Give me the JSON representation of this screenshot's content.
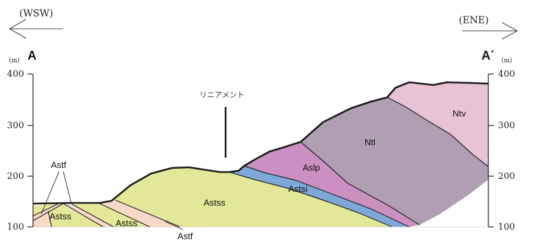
{
  "direction": {
    "left": "(WSW)",
    "right": "(ENE)"
  },
  "endpoints": {
    "left": "A",
    "right": "A´"
  },
  "axis": {
    "unit": "(m)",
    "ticks": [
      "400",
      "300",
      "200",
      "100"
    ]
  },
  "lineament": "リニアメント",
  "units": {
    "ntv": "Ntv",
    "ntl": "Ntl",
    "aslp": "Aslp",
    "astsi": "Astsi",
    "astss_main": "Astss",
    "astss_left": "Astss",
    "astss_mid": "Astss",
    "astf_upper": "Astf",
    "astf_lower": "Astf"
  },
  "colors": {
    "ntv": "#e8c3d6",
    "ntl": "#b09eb2",
    "aslp": "#cc8fc2",
    "astsi": "#7ea8d8",
    "astss": "#e3e898",
    "astf": "#f8d9c8",
    "line": "#222222"
  }
}
